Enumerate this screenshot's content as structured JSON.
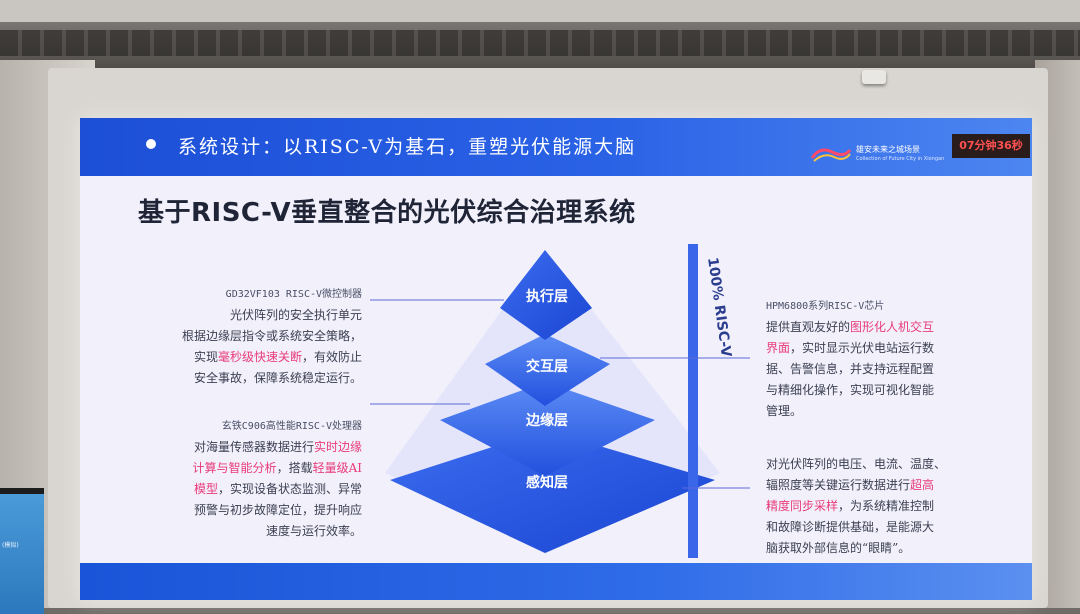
{
  "slide": {
    "banner_text": "系统设计：以RISC-V为基石，重塑光伏能源大脑",
    "logo_text": "雄安未来之城场景",
    "logo_subtext": "Collection of Future City in Xiongan",
    "timer": "07分钟36秒",
    "title": "基于RISC-V垂直整合的光伏综合治理系统",
    "vertical_label": "100% RISC-V",
    "layers": [
      "执行层",
      "交互层",
      "边缘层",
      "感知层"
    ],
    "left_top": {
      "heading": "GD32VF103 RISC-V微控制器",
      "line1": "光伏阵列的安全执行单元",
      "line2": "根据边缘层指令或系统安全策略，",
      "line3_pre": "实现",
      "line3_hl": "毫秒级快速关断",
      "line3_post": "，有效防止",
      "line4": "安全事故，保障系统稳定运行。"
    },
    "left_bottom": {
      "heading": "玄铁C906高性能RISC-V处理器",
      "line1_pre": "对海量传感器数据进行",
      "line1_hl": "实时边缘",
      "line2_hl1": "计算与智能分析",
      "line2_mid": "，搭载",
      "line2_hl2": "轻量级AI",
      "line3_hl": "模型",
      "line3_post": "，实现设备状态监测、异常",
      "line4": "预警与初步故障定位，提升响应",
      "line5": "速度与运行效率。"
    },
    "right_top": {
      "heading": "HPM6800系列RISC-V芯片",
      "line1_pre": "提供直观友好的",
      "line1_hl": "图形化人机交互",
      "line2_hl": "界面",
      "line2_post": "，实时显示光伏电站运行数",
      "line3": "据、告警信息，并支持远程配置",
      "line4": "与精细化操作，实现可视化智能",
      "line5": "管理。"
    },
    "right_bottom": {
      "line1": "对光伏阵列的电压、电流、温度、",
      "line2_pre": "辐照度等关键运行数据进行",
      "line2_hl": "超高",
      "line3_hl": "精度同步采样",
      "line3_post": "，为系统精准控制",
      "line4": "和故障诊断提供基础，是能源大",
      "line5": "脑获取外部信息的“眼睛”。"
    }
  },
  "side_monitor_text": "(模拟)",
  "colors": {
    "banner_blue": "#1c4fd6",
    "pyramid_blue": "#2b5fe8",
    "highlight_pink": "#e93b7a",
    "slide_bg": "#f1f0fb",
    "title_text": "#1f2436"
  }
}
